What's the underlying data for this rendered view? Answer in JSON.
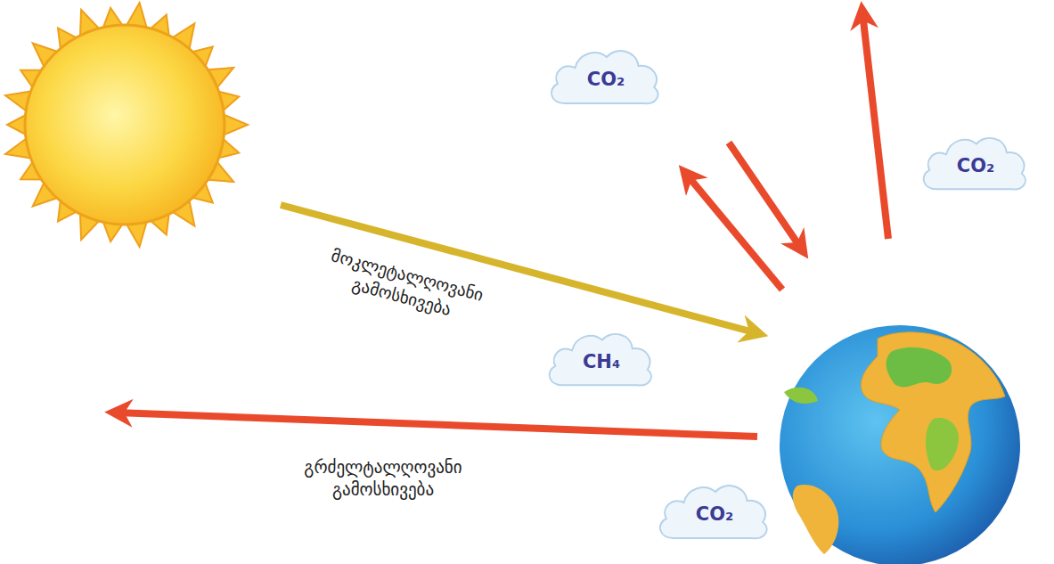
{
  "diagram": {
    "nodes": [
      {
        "text": [
          "CO₂"
        ]
      },
      {
        "text": [
          "CO₂"
        ]
      },
      {
        "text": [
          "CH₄"
        ]
      },
      {
        "text": [
          "CO₂"
        ]
      }
    ],
    "labels": [
      "მოკლეტალღოვანი გამოსხივება",
      "გრძელტალღოვანი გამოსხივება"
    ]
  }
}
